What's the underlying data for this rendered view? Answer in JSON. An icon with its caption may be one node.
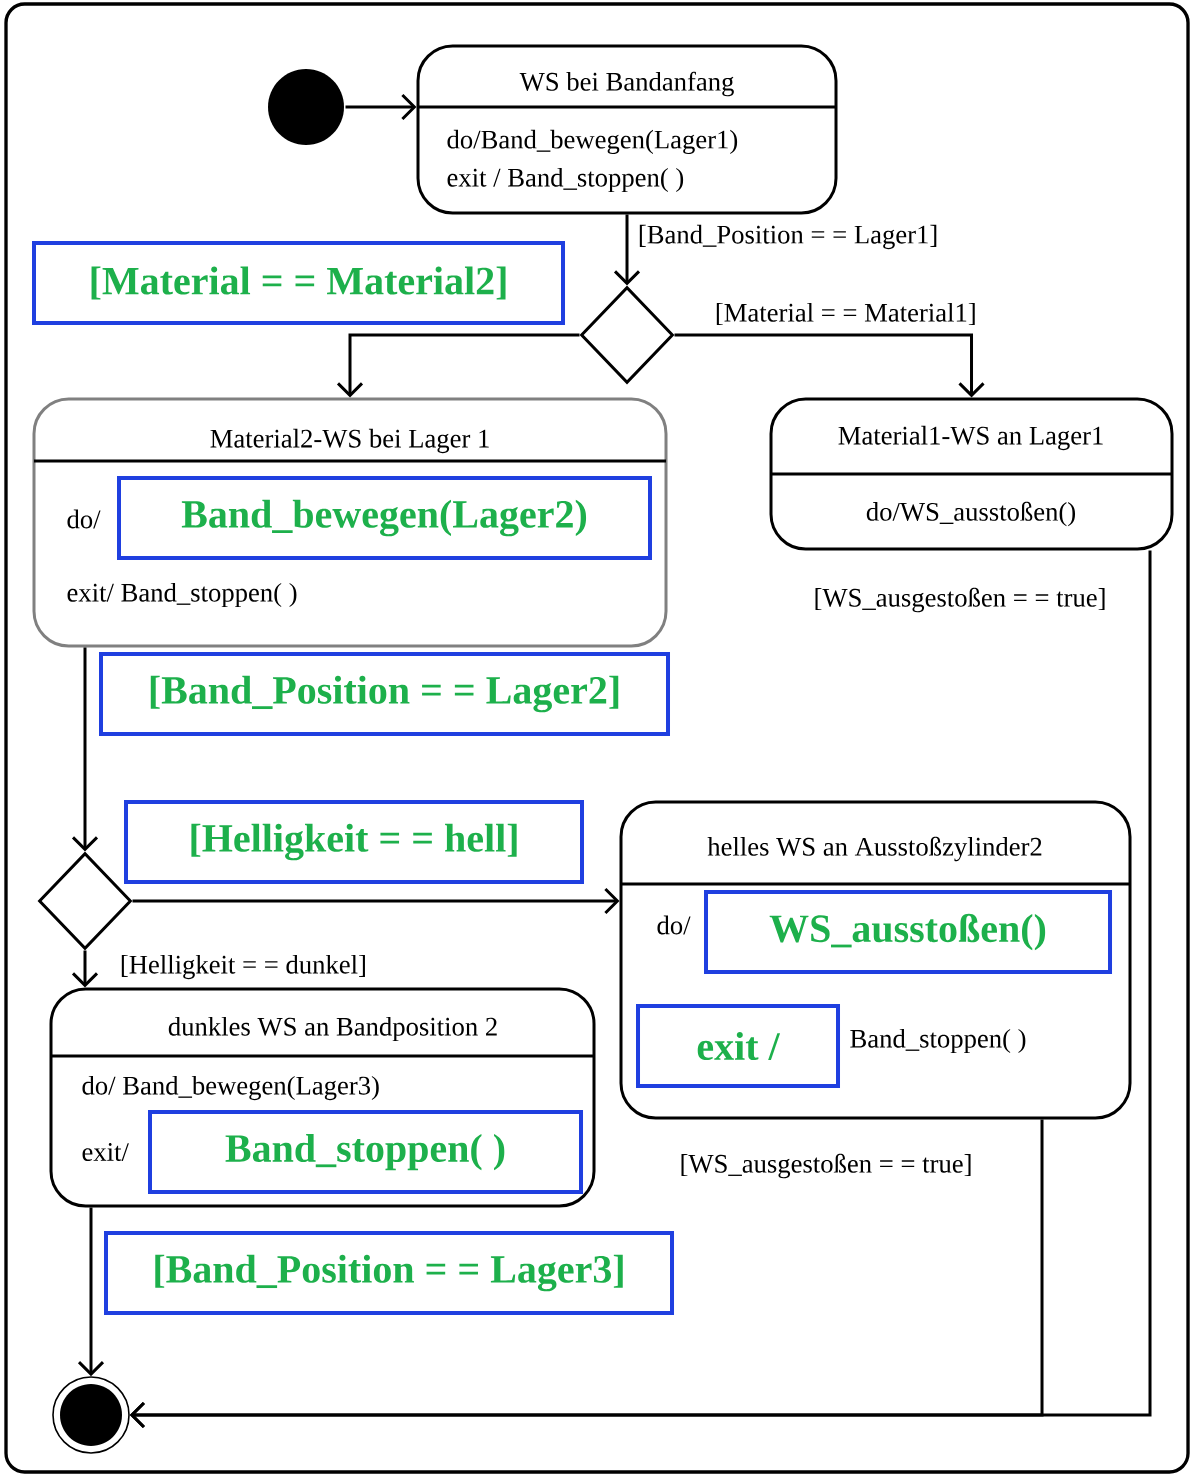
{
  "diagram": {
    "nodes": [
      {
        "text": [],
        "shape": "circle"
      },
      {
        "text": [
          "WS bei Bandanfang",
          "do/Band_bewegen(Lager1)",
          "exit / Band_stoppen( )"
        ]
      },
      {
        "text": [
          "[Material = = Material2]"
        ]
      },
      {
        "text": [],
        "shape": "diamond"
      },
      {
        "text": [
          "Material2-WS bei Lager 1",
          "do/",
          "exit/ Band_stoppen( )"
        ]
      },
      {
        "text": [
          "Band_bewegen(Lager2)"
        ],
        "in": 4
      },
      {
        "text": [
          "Material1-WS an Lager1",
          "do/WS_ausstoßen()"
        ]
      },
      {
        "text": [
          "[Band_Position = = Lager2]"
        ]
      },
      {
        "text": [
          "[Helligkeit = = hell]"
        ]
      },
      {
        "text": [
          "helles WS an Ausstoßzylinder2",
          "do/",
          "Band_stoppen( )"
        ]
      },
      {
        "text": [
          "WS_ausstoßen()"
        ],
        "in": 9
      },
      {
        "text": [
          "exit /"
        ],
        "in": 9
      },
      {
        "text": [],
        "shape": "diamond"
      },
      {
        "text": [
          "dunkles WS an Bandposition 2",
          "do/ Band_bewegen(Lager3)",
          "exit/"
        ]
      },
      {
        "text": [
          "Band_stoppen( )"
        ],
        "in": 13
      },
      {
        "text": [
          "[Band_Position = = Lager3]"
        ]
      },
      {
        "text": [],
        "shape": "circle"
      }
    ],
    "edges": [
      {
        "from": 0,
        "to": 1,
        "arrow": "to"
      },
      {
        "from": 1,
        "to": 3,
        "arrow": "to",
        "label": "[Band_Position = = Lager1]"
      },
      {
        "from": 3,
        "to": 4,
        "arrow": "to"
      },
      {
        "from": 3,
        "to": 6,
        "arrow": "to",
        "label": "[Material = = Material1]"
      },
      {
        "from": 4,
        "to": 12,
        "arrow": "to"
      },
      {
        "from": 12,
        "to": 9,
        "arrow": "to"
      },
      {
        "from": 12,
        "to": 13,
        "arrow": "to",
        "label": "[Helligkeit = = dunkel]"
      },
      {
        "from": 13,
        "to": 16,
        "arrow": "to"
      },
      {
        "from": 6,
        "to": 16,
        "arrow": "to",
        "label": "[WS_ausgestoßen = = true]"
      },
      {
        "from": 9,
        "to": 16,
        "arrow": "to",
        "label": "[WS_ausgestoßen = = true]"
      }
    ]
  }
}
